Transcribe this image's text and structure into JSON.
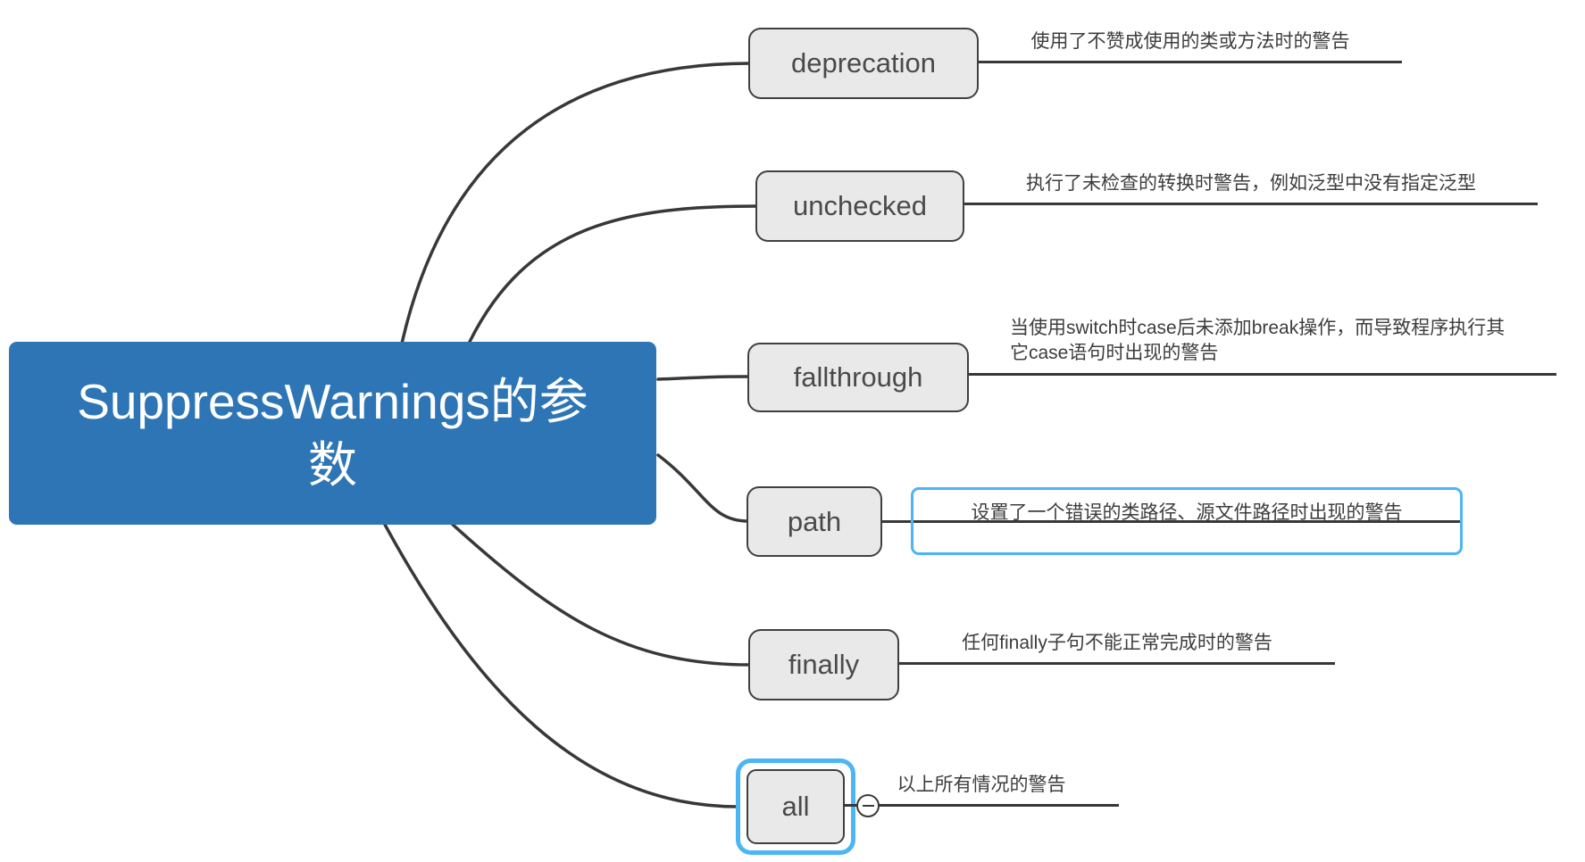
{
  "root": {
    "label": "SuppressWarnings的参数"
  },
  "colors": {
    "root_bg": "#2E75B6",
    "root_text": "#FFFFFF",
    "node_fill": "#E9E9E9",
    "node_border": "#404040",
    "connector": "#383838",
    "selection": "#4CB5F5"
  },
  "branches": [
    {
      "label": "deprecation",
      "desc": "使用了不赞成使用的类或方法时的警告",
      "selected": false
    },
    {
      "label": "unchecked",
      "desc": "执行了未检查的转换时警告，例如泛型中没有指定泛型",
      "selected": false
    },
    {
      "label": "fallthrough",
      "desc": "当使用switch时case后未添加break操作，而导致程序执行其它case语句时出现的警告",
      "selected": false
    },
    {
      "label": "path",
      "desc": "设置了一个错误的类路径、源文件路径时出现的警告",
      "desc_selected": true
    },
    {
      "label": "finally",
      "desc": "任何finally子句不能正常完成时的警告",
      "selected": false
    },
    {
      "label": "all",
      "desc": "以上所有情况的警告",
      "selected": true,
      "collapse_toggle": "minus-circle-icon"
    }
  ]
}
